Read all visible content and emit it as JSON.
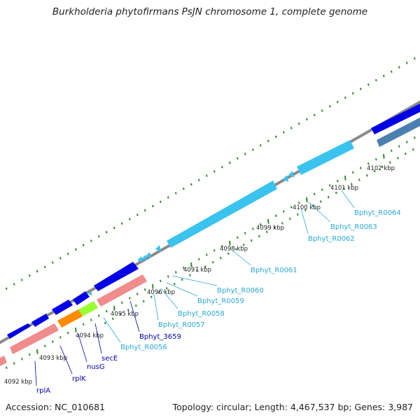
{
  "title": "Burkholderia phytofirmans PsJN chromosome 1, complete genome",
  "accession": "Accession: NC_010681",
  "summary": "Topology: circular; Length: 4,467,537 bp; Genes: 3,987",
  "colors": {
    "backbone": "#8a8a8a",
    "tick": "#2e8b2e",
    "cds_blue": "#0000e6",
    "rrna_light_blue": "#39c3ee",
    "pseudo_salmon": "#f08c8c",
    "orange_gene": "#ff8c00",
    "green_gene": "#99ff33",
    "steel_blue": "#4a7fb0",
    "label_dark": "#0000aa",
    "label_light": "#29a8d8"
  },
  "ruler": [
    "4092 kbp",
    "4093 kbp",
    "4094 kbp",
    "4095 kbp",
    "4096 kbp",
    "4097 kbp",
    "4098 kbp",
    "4099 kbp",
    "4100 kbp",
    "4101 kbp",
    "4102 kbp"
  ],
  "genes": [
    {
      "label": "rplA",
      "color": "label_dark"
    },
    {
      "label": "rplK",
      "color": "label_dark"
    },
    {
      "label": "nusG",
      "color": "label_dark"
    },
    {
      "label": "secE",
      "color": "label_dark"
    },
    {
      "label": "Bphyt_3659",
      "color": "label_dark"
    },
    {
      "label": "Bphyt_R0056",
      "color": "label_light"
    },
    {
      "label": "Bphyt_R0057",
      "color": "label_light"
    },
    {
      "label": "Bphyt_R0058",
      "color": "label_light"
    },
    {
      "label": "Bphyt_R0059",
      "color": "label_light"
    },
    {
      "label": "Bphyt_R0060",
      "color": "label_light"
    },
    {
      "label": "Bphyt_R0061",
      "color": "label_light"
    },
    {
      "label": "Bphyt_R0062",
      "color": "label_light"
    },
    {
      "label": "Bphyt_R0063",
      "color": "label_light"
    },
    {
      "label": "Bphyt_R0064",
      "color": "label_light"
    }
  ]
}
